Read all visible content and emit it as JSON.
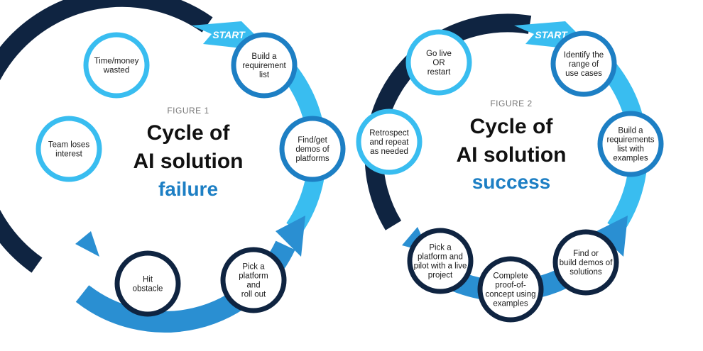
{
  "colors": {
    "dark": "#0f2441",
    "medium": "#2a8fd2",
    "light": "#39bdf0",
    "accent": "#1d7fc4"
  },
  "figure1": {
    "figure_label": "FIGURE 1",
    "title_line1": "Cycle of",
    "title_line2": "AI solution",
    "title_accent": "failure",
    "start_label": "START",
    "steps": [
      {
        "lines": [
          "Build a",
          "requirement",
          "list"
        ]
      },
      {
        "lines": [
          "Find/get",
          "demos of",
          "platforms"
        ]
      },
      {
        "lines": [
          "Pick a",
          "platform",
          "and",
          "roll out"
        ]
      },
      {
        "lines": [
          "Hit",
          "obstacle"
        ]
      },
      {
        "lines": [
          "Team loses",
          "interest"
        ]
      },
      {
        "lines": [
          "Time/money",
          "wasted"
        ]
      }
    ]
  },
  "figure2": {
    "figure_label": "FIGURE 2",
    "title_line1": "Cycle of",
    "title_line2": "AI solution",
    "title_accent": "success",
    "start_label": "START",
    "steps": [
      {
        "lines": [
          "Identify the",
          "range of",
          "use cases"
        ]
      },
      {
        "lines": [
          "Build a",
          "requirements",
          "list with",
          "examples"
        ]
      },
      {
        "lines": [
          "Find or",
          "build demos of",
          "solutions"
        ]
      },
      {
        "lines": [
          "Complete",
          "proof-of-",
          "concept using",
          "examples"
        ]
      },
      {
        "lines": [
          "Pick a",
          "platform and",
          "pilot with a live",
          "project"
        ]
      },
      {
        "lines": [
          "Retrospect",
          "and repeat",
          "as needed"
        ]
      },
      {
        "lines": [
          "Go live",
          "OR",
          "restart"
        ]
      }
    ]
  }
}
